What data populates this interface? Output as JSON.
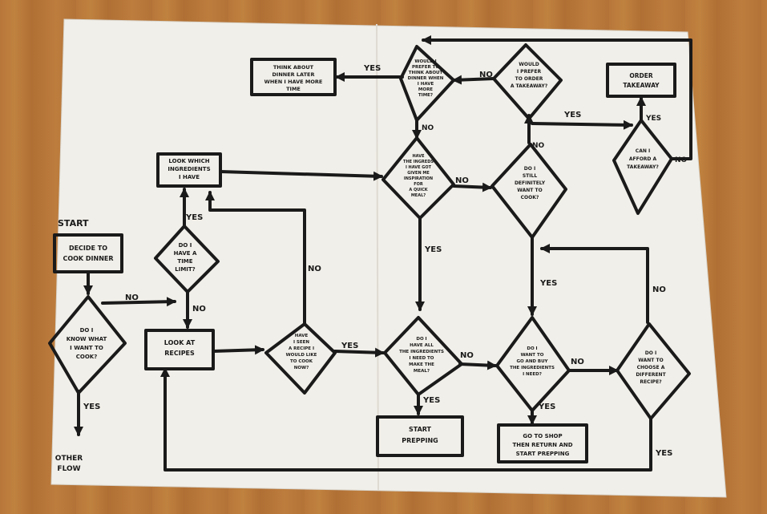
{
  "flowchart": {
    "start_label": "START",
    "nodes": {
      "decide": [
        "DECIDE TO",
        "COOK DINNER"
      ],
      "know": [
        "DO I",
        "KNOW WHAT",
        "I WANT TO",
        "COOK?"
      ],
      "time_limit": [
        "DO I",
        "HAVE A",
        "TIME",
        "LIMIT?"
      ],
      "look_ingredients": [
        "LOOK WHICH",
        "INGREDIENTS",
        "I HAVE"
      ],
      "look_recipes": [
        "LOOK AT",
        "RECIPES"
      ],
      "seen_recipe": [
        "HAVE",
        "I SEEN",
        "A RECIPE I",
        "WOULD LIKE",
        "TO COOK",
        "NOW?"
      ],
      "inspiration": [
        "HAVE",
        "THE INGREDS",
        "I HAVE GOT",
        "GIVEN ME",
        "INSPIRATION",
        "FOR",
        "A QUICK",
        "MEAL?"
      ],
      "have_all": [
        "DO I",
        "HAVE ALL",
        "THE INGREDIENTS",
        "I NEED TO",
        "MAKE THE",
        "MEAL?"
      ],
      "start_prepping": [
        "START",
        "PREPPING"
      ],
      "go_buy": [
        "DO I",
        "WANT TO",
        "GO AND BUY",
        "THE INGREDIENTS",
        "I NEED?"
      ],
      "shop": [
        "GO TO SHOP",
        "THEN RETURN AND",
        "START PREPPING"
      ],
      "choose_diff": [
        "DO I",
        "WANT TO",
        "CHOOSE A",
        "DIFFERENT",
        "RECIPE?"
      ],
      "still_cook": [
        "DO I",
        "STILL",
        "DEFINITELY",
        "WANT TO",
        "COOK?"
      ],
      "prefer_think": [
        "WOULD I",
        "PREFER TO",
        "THINK ABOUT",
        "DINNER WHEN",
        "I HAVE",
        "MORE",
        "TIME?"
      ],
      "think_later": [
        "THINK ABOUT",
        "DINNER LATER",
        "WHEN I HAVE MORE",
        "TIME"
      ],
      "prefer_takeaway": [
        "WOULD",
        "I PREFER",
        "TO ORDER",
        "A TAKEAWAY?"
      ],
      "order_takeaway": [
        "ORDER",
        "TAKEAWAY"
      ],
      "afford": [
        "CAN I",
        "AFFORD A",
        "TAKEAWAY?"
      ],
      "other_flow": [
        "OTHER",
        "FLOW"
      ]
    },
    "edges": {
      "know_no": "NO",
      "know_yes": "YES",
      "time_yes": "YES",
      "time_no": "NO",
      "seen_yes": "YES",
      "seen_no": "NO",
      "insp_no": "NO",
      "insp_yes": "YES",
      "have_yes": "YES",
      "have_no": "NO",
      "buy_yes": "YES",
      "buy_no": "NO",
      "choose_no": "NO",
      "choose_yes": "YES",
      "still_yes": "YES",
      "still_no": "NO",
      "think_yes": "YES",
      "think_no": "NO",
      "takeaway_no": "NO",
      "takeaway_yes": "YES",
      "afford_yes": "YES",
      "afford_no": "NO"
    }
  }
}
